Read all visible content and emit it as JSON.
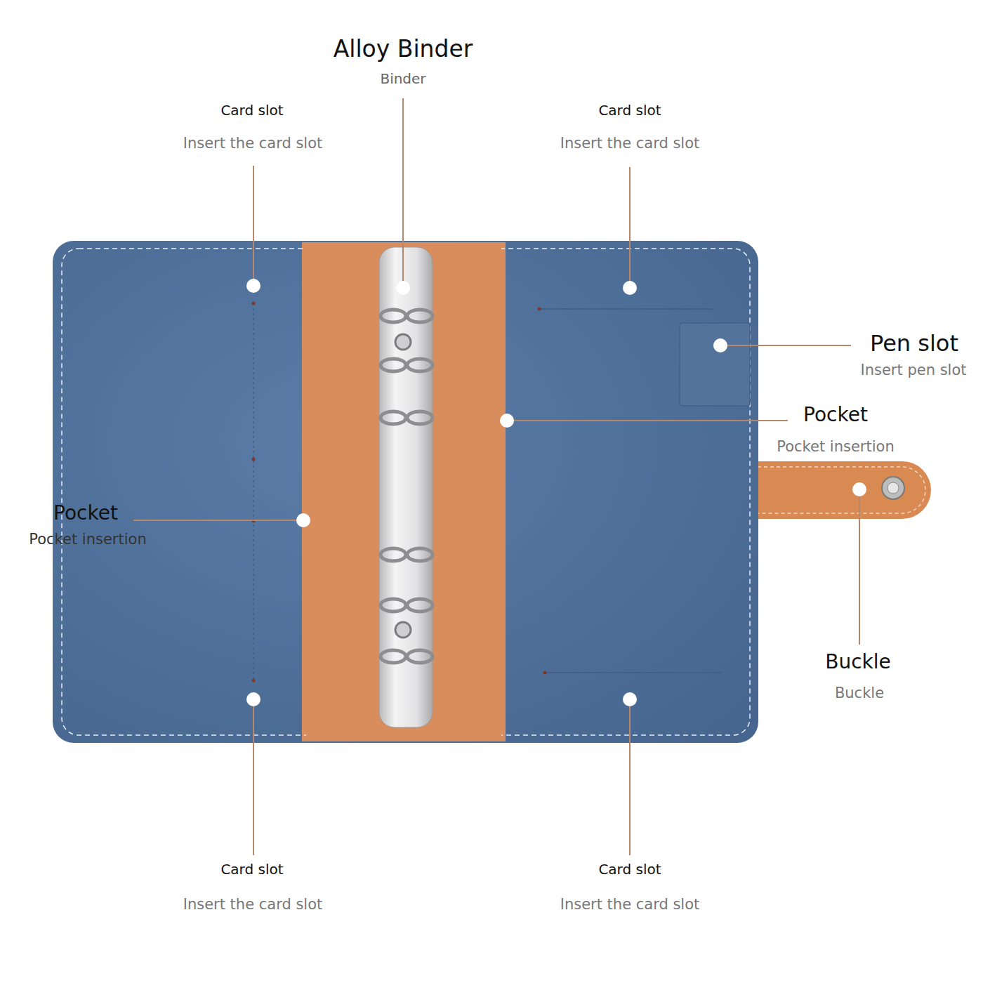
{
  "diagram": {
    "labels": [
      "Alloy Binder",
      "Binder",
      "Card slot",
      "Insert the card slot",
      "Card slot",
      "Insert the card slot",
      "Pen slot",
      "Insert pen slot",
      "Pocket",
      "Pocket insertion",
      "Pocket",
      "Pocket insertion",
      "Buckle",
      "Buckle",
      "Card slot",
      "Insert the card slot",
      "Card slot",
      "Insert the card slot"
    ]
  }
}
